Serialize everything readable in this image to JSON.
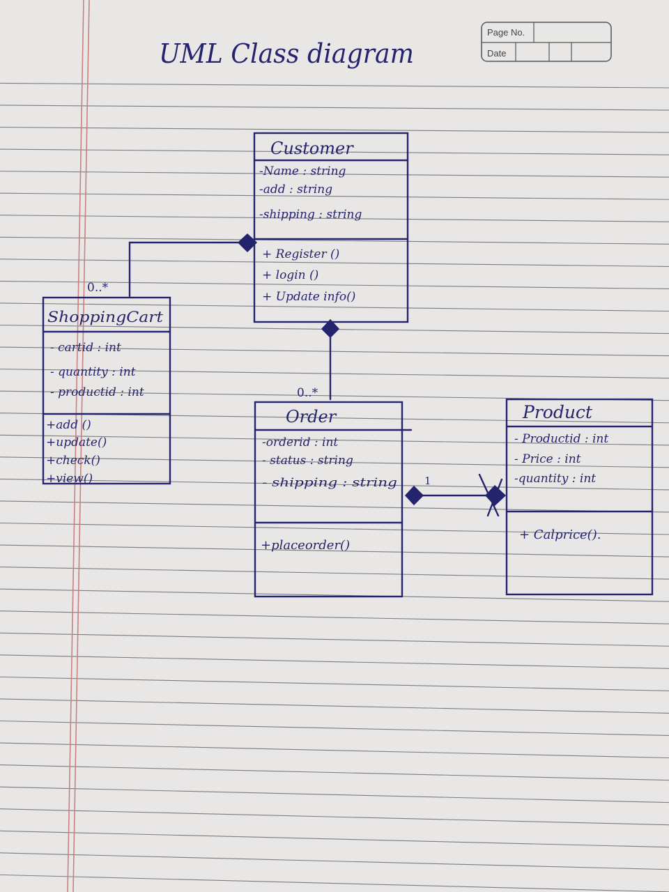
{
  "page_header": {
    "page_no_label": "Page No.",
    "date_label": "Date"
  },
  "title": "UML Class diagram",
  "classes": {
    "customer": {
      "name": "Customer",
      "attributes": [
        "-Name : string",
        "-add : string",
        "-shipping : string"
      ],
      "operations": [
        "+ Register ()",
        "+ login ()",
        "+ Update info()"
      ]
    },
    "shopping_cart": {
      "name": "ShoppingCart",
      "attributes": [
        "- cartid : int",
        "- quantity : int",
        "- productid : int"
      ],
      "operations": [
        "+add ()",
        "+update()",
        "+check()",
        "+view()"
      ]
    },
    "order": {
      "name": "Order",
      "attributes": [
        "-orderid : int",
        "- status : string",
        "- shipping : string"
      ],
      "operations": [
        "+placeorder()"
      ]
    },
    "product": {
      "name": "Product",
      "attributes": [
        "- Productid : int",
        "- Price : int",
        "-quantity : int"
      ],
      "operations": [
        "+ Calprice()."
      ]
    }
  },
  "multiplicities": {
    "cart_customer": "0..*",
    "order_customer": "0..*",
    "order_product": "1"
  },
  "colors": {
    "ink": "#24236e",
    "paper": "#e9e7e6",
    "rule_line": "#7b7b80",
    "margin_line": "#c8807f"
  }
}
